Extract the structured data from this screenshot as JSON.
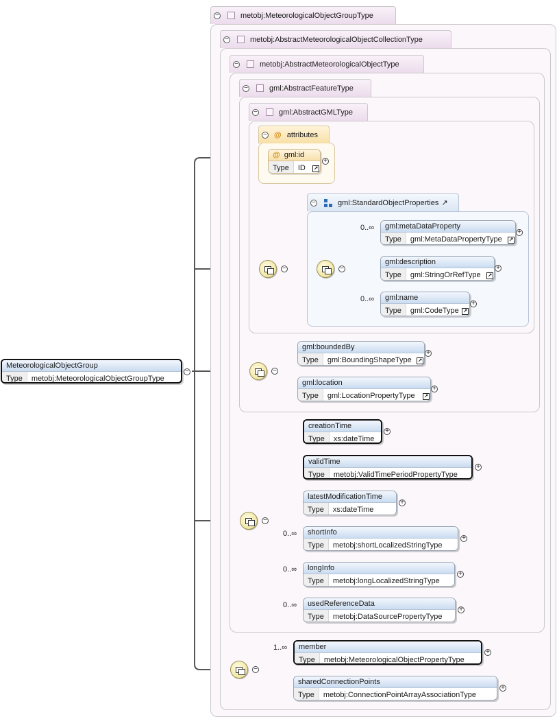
{
  "root": {
    "name": "MeteorologicalObjectGroup",
    "type_label": "Type",
    "type": "metobj:MeteorologicalObjectGroupType"
  },
  "types": {
    "t1": "metobj:MeteorologicalObjectGroupType",
    "t2": "metobj:AbstractMeteorologicalObjectCollectionType",
    "t3": "metobj:AbstractMeteorologicalObjectType",
    "t4": "gml:AbstractFeatureType",
    "t5": "gml:AbstractGMLType"
  },
  "attributes": {
    "title": "attributes",
    "gml_id": {
      "name": "gml:id",
      "type_label": "Type",
      "type": "ID"
    }
  },
  "std_props": {
    "title": "gml:StandardObjectProperties",
    "elements": [
      {
        "name": "gml:metaDataProperty",
        "type_label": "Type",
        "type": "gml:MetaDataPropertyType",
        "card": "0..∞"
      },
      {
        "name": "gml:description",
        "type_label": "Type",
        "type": "gml:StringOrRefType",
        "card": ""
      },
      {
        "name": "gml:name",
        "type_label": "Type",
        "type": "gml:CodeType",
        "card": "0..∞"
      }
    ]
  },
  "feature_elements": [
    {
      "name": "gml:boundedBy",
      "type_label": "Type",
      "type": "gml:BoundingShapeType"
    },
    {
      "name": "gml:location",
      "type_label": "Type",
      "type": "gml:LocationPropertyType"
    }
  ],
  "object_elements": [
    {
      "name": "creationTime",
      "type_label": "Type",
      "type": "xs:dateTime",
      "card": ""
    },
    {
      "name": "validTime",
      "type_label": "Type",
      "type": "metobj:ValidTimePeriodPropertyType",
      "card": ""
    },
    {
      "name": "latestModificationTime",
      "type_label": "Type",
      "type": "xs:dateTime",
      "card": ""
    },
    {
      "name": "shortInfo",
      "type_label": "Type",
      "type": "metobj:shortLocalizedStringType",
      "card": "0..∞"
    },
    {
      "name": "longInfo",
      "type_label": "Type",
      "type": "metobj:longLocalizedStringType",
      "card": "0..∞"
    },
    {
      "name": "usedReferenceData",
      "type_label": "Type",
      "type": "metobj:DataSourcePropertyType",
      "card": "0..∞"
    }
  ],
  "collection_elements": [
    {
      "name": "member",
      "type_label": "Type",
      "type": "metobj:MeteorologicalObjectPropertyType",
      "card": "1..∞"
    },
    {
      "name": "sharedConnectionPoints",
      "type_label": "Type",
      "type": "metobj:ConnectionPointArrayAssociationType",
      "card": ""
    }
  ],
  "symbols": {
    "minus": "−",
    "plus": "+",
    "link": "↗",
    "at": "@"
  }
}
